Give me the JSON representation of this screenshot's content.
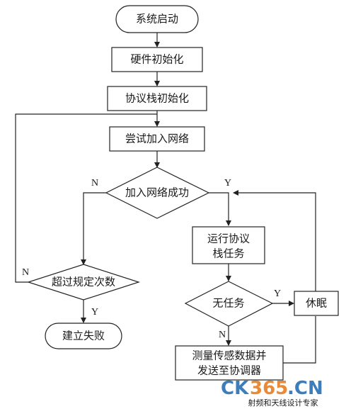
{
  "nodes": {
    "start": "系统启动",
    "hw_init": "硬件初始化",
    "stack_init": "协议栈初始化",
    "try_join": "尝试加入网络",
    "join_ok": "加入网络成功",
    "run_stack_1": "运行协议",
    "run_stack_2": "栈任务",
    "no_task": "无任务",
    "sleep": "休眠",
    "exceed": "超过规定次数",
    "fail": "建立失败",
    "measure_1": "测量传感数据并",
    "measure_2": "发送至协调器"
  },
  "edge_labels": {
    "join_no": "N",
    "join_yes": "Y",
    "notask_yes": "Y",
    "notask_no": "N",
    "exceed_no": "N",
    "exceed_yes": "Y"
  },
  "watermark": {
    "logo_ck": "CK",
    "logo_365": "365",
    "logo_cn": ".CN",
    "tagline": "射频和天线设计专家"
  },
  "colors": {
    "stroke": "#222222",
    "ck": "#2a6fb5",
    "num": "#e67e22",
    "cn": "#2a6fb5"
  }
}
